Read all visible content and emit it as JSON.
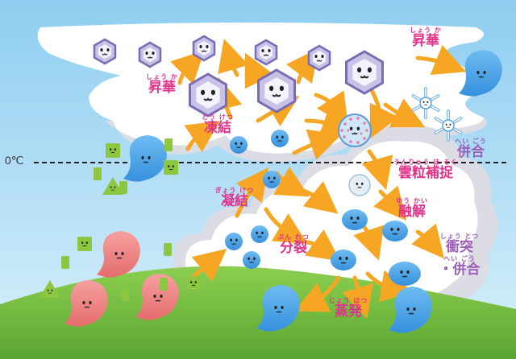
{
  "freezing_line": {
    "label": "0℃"
  },
  "labels": {
    "sublimation_top": {
      "ruby": "しょう か",
      "text": "昇華"
    },
    "sublimation_left": {
      "ruby": "しょう か",
      "text": "昇華"
    },
    "freezing": {
      "ruby": "とう けつ",
      "text": "凍結"
    },
    "condensation": {
      "ruby": "ぎょう けつ",
      "text": "凝結"
    },
    "riming": {
      "ruby": "うんりゅう ほ そく",
      "text": "雲粒補捉"
    },
    "melting": {
      "ruby": "ゆう かい",
      "text": "融解"
    },
    "splitting": {
      "ruby": "ぶん れつ",
      "text": "分裂"
    },
    "evaporation": {
      "ruby": "じょう はつ",
      "text": "蒸発"
    },
    "aggregation": {
      "ruby": "へい ごう",
      "text": "併合"
    },
    "collision_coalescence": {
      "ruby1": "しょう とつ",
      "text1": "衝突",
      "ruby2": "へい ごう",
      "text2": "・併合"
    }
  },
  "colors": {
    "sky_top": "#8ecdf0",
    "sky_bottom": "#d8f0fb",
    "cloud": "#ffffff",
    "cloud_shadow": "#dcdce4",
    "ground": "#7cc242",
    "arrow": "#f6a623",
    "ice": "#c8c3e6",
    "water_drop": "#4aa6ea",
    "vapor": "#f07f7f",
    "aerosol": "#8dc63f",
    "label": "#e0338a"
  },
  "icons": {
    "hexagon": "ice-crystal-hexagon-icon",
    "droplet": "cloud-droplet-icon",
    "vapor": "water-vapor-icon",
    "aerosol": "aerosol-particle-icon",
    "snowflake": "snowflake-icon",
    "graupel": "graupel-icon"
  }
}
